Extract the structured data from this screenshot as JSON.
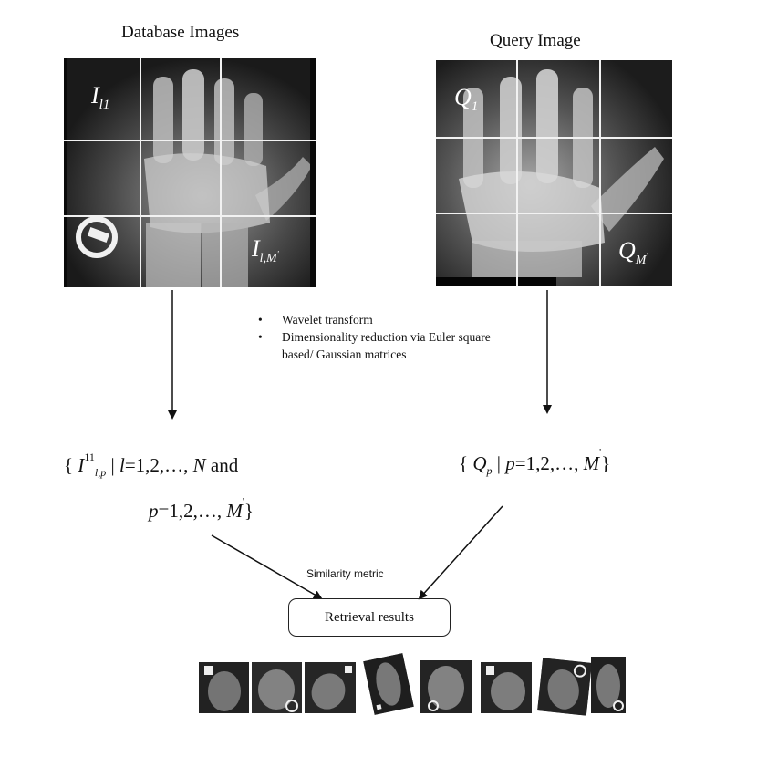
{
  "headings": {
    "database": "Database Images",
    "query": "Query Image"
  },
  "labels": {
    "db_first_base": "I",
    "db_first_sub": "l1",
    "db_last_base": "I",
    "db_last_sub": "l,M",
    "db_last_sup": "'",
    "q_first_base": "Q",
    "q_first_sub": "1",
    "q_last_base": "Q",
    "q_last_sub": "M",
    "q_last_sup": "'"
  },
  "steps": [
    "Wavelet transform",
    "Dimensionality reduction via Euler square based/ Gaussian matrices"
  ],
  "formula_db": {
    "open": "{ ",
    "base": "I",
    "sup": "11",
    "sub": "l,p",
    "bar": " | ",
    "var_l": "l",
    "range_l": "=1,2,…, ",
    "var_n": "N",
    "and": " and",
    "var_p": "p",
    "range_p": "=1,2,…, ",
    "var_m": "M",
    "prime": "'",
    "close": "}"
  },
  "formula_q": {
    "open": "{ ",
    "base": "Q",
    "sub": "p",
    "bar": " | ",
    "var_p": "p",
    "range_p": "=1,2,…, ",
    "var_m": "M",
    "prime": "'",
    "close": "}"
  },
  "similarity_label": "Similarity metric",
  "retrieval_label": "Retrieval results",
  "results_count": 8,
  "colors": {
    "xray_dark": "#1c1c1c",
    "xray_bone": "#d9d9d9",
    "grid": "#f2f2f2",
    "ink": "#111111"
  }
}
